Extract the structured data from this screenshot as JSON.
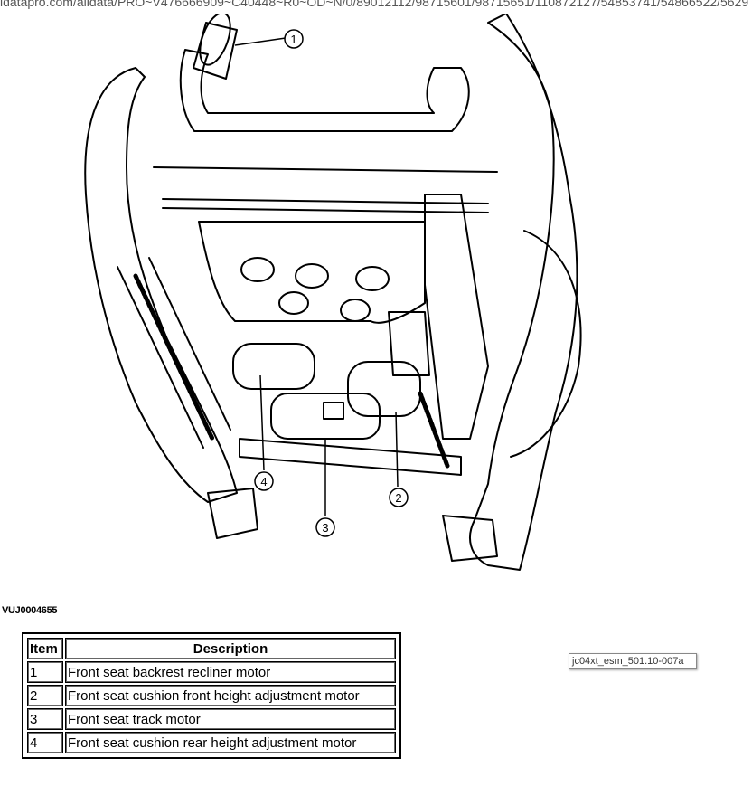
{
  "header": {
    "url_text": "idatapro.com/alldata/PRO~V476666909~C40448~R0~OD~N/0/89012112/98715601/98715651/110872127/54853741/54866522/5629"
  },
  "figure": {
    "id": "VUJ0004655",
    "callouts": [
      "1",
      "2",
      "3",
      "4"
    ]
  },
  "legend": {
    "headers": {
      "item": "Item",
      "description": "Description"
    },
    "rows": [
      {
        "item": "1",
        "description": "Front seat backrest recliner motor"
      },
      {
        "item": "2",
        "description": "Front seat cushion front height adjustment motor"
      },
      {
        "item": "3",
        "description": "Front seat track motor"
      },
      {
        "item": "4",
        "description": "Front seat cushion rear height adjustment motor"
      }
    ]
  },
  "reference_tag": "jc04xt_esm_501.10-007a"
}
